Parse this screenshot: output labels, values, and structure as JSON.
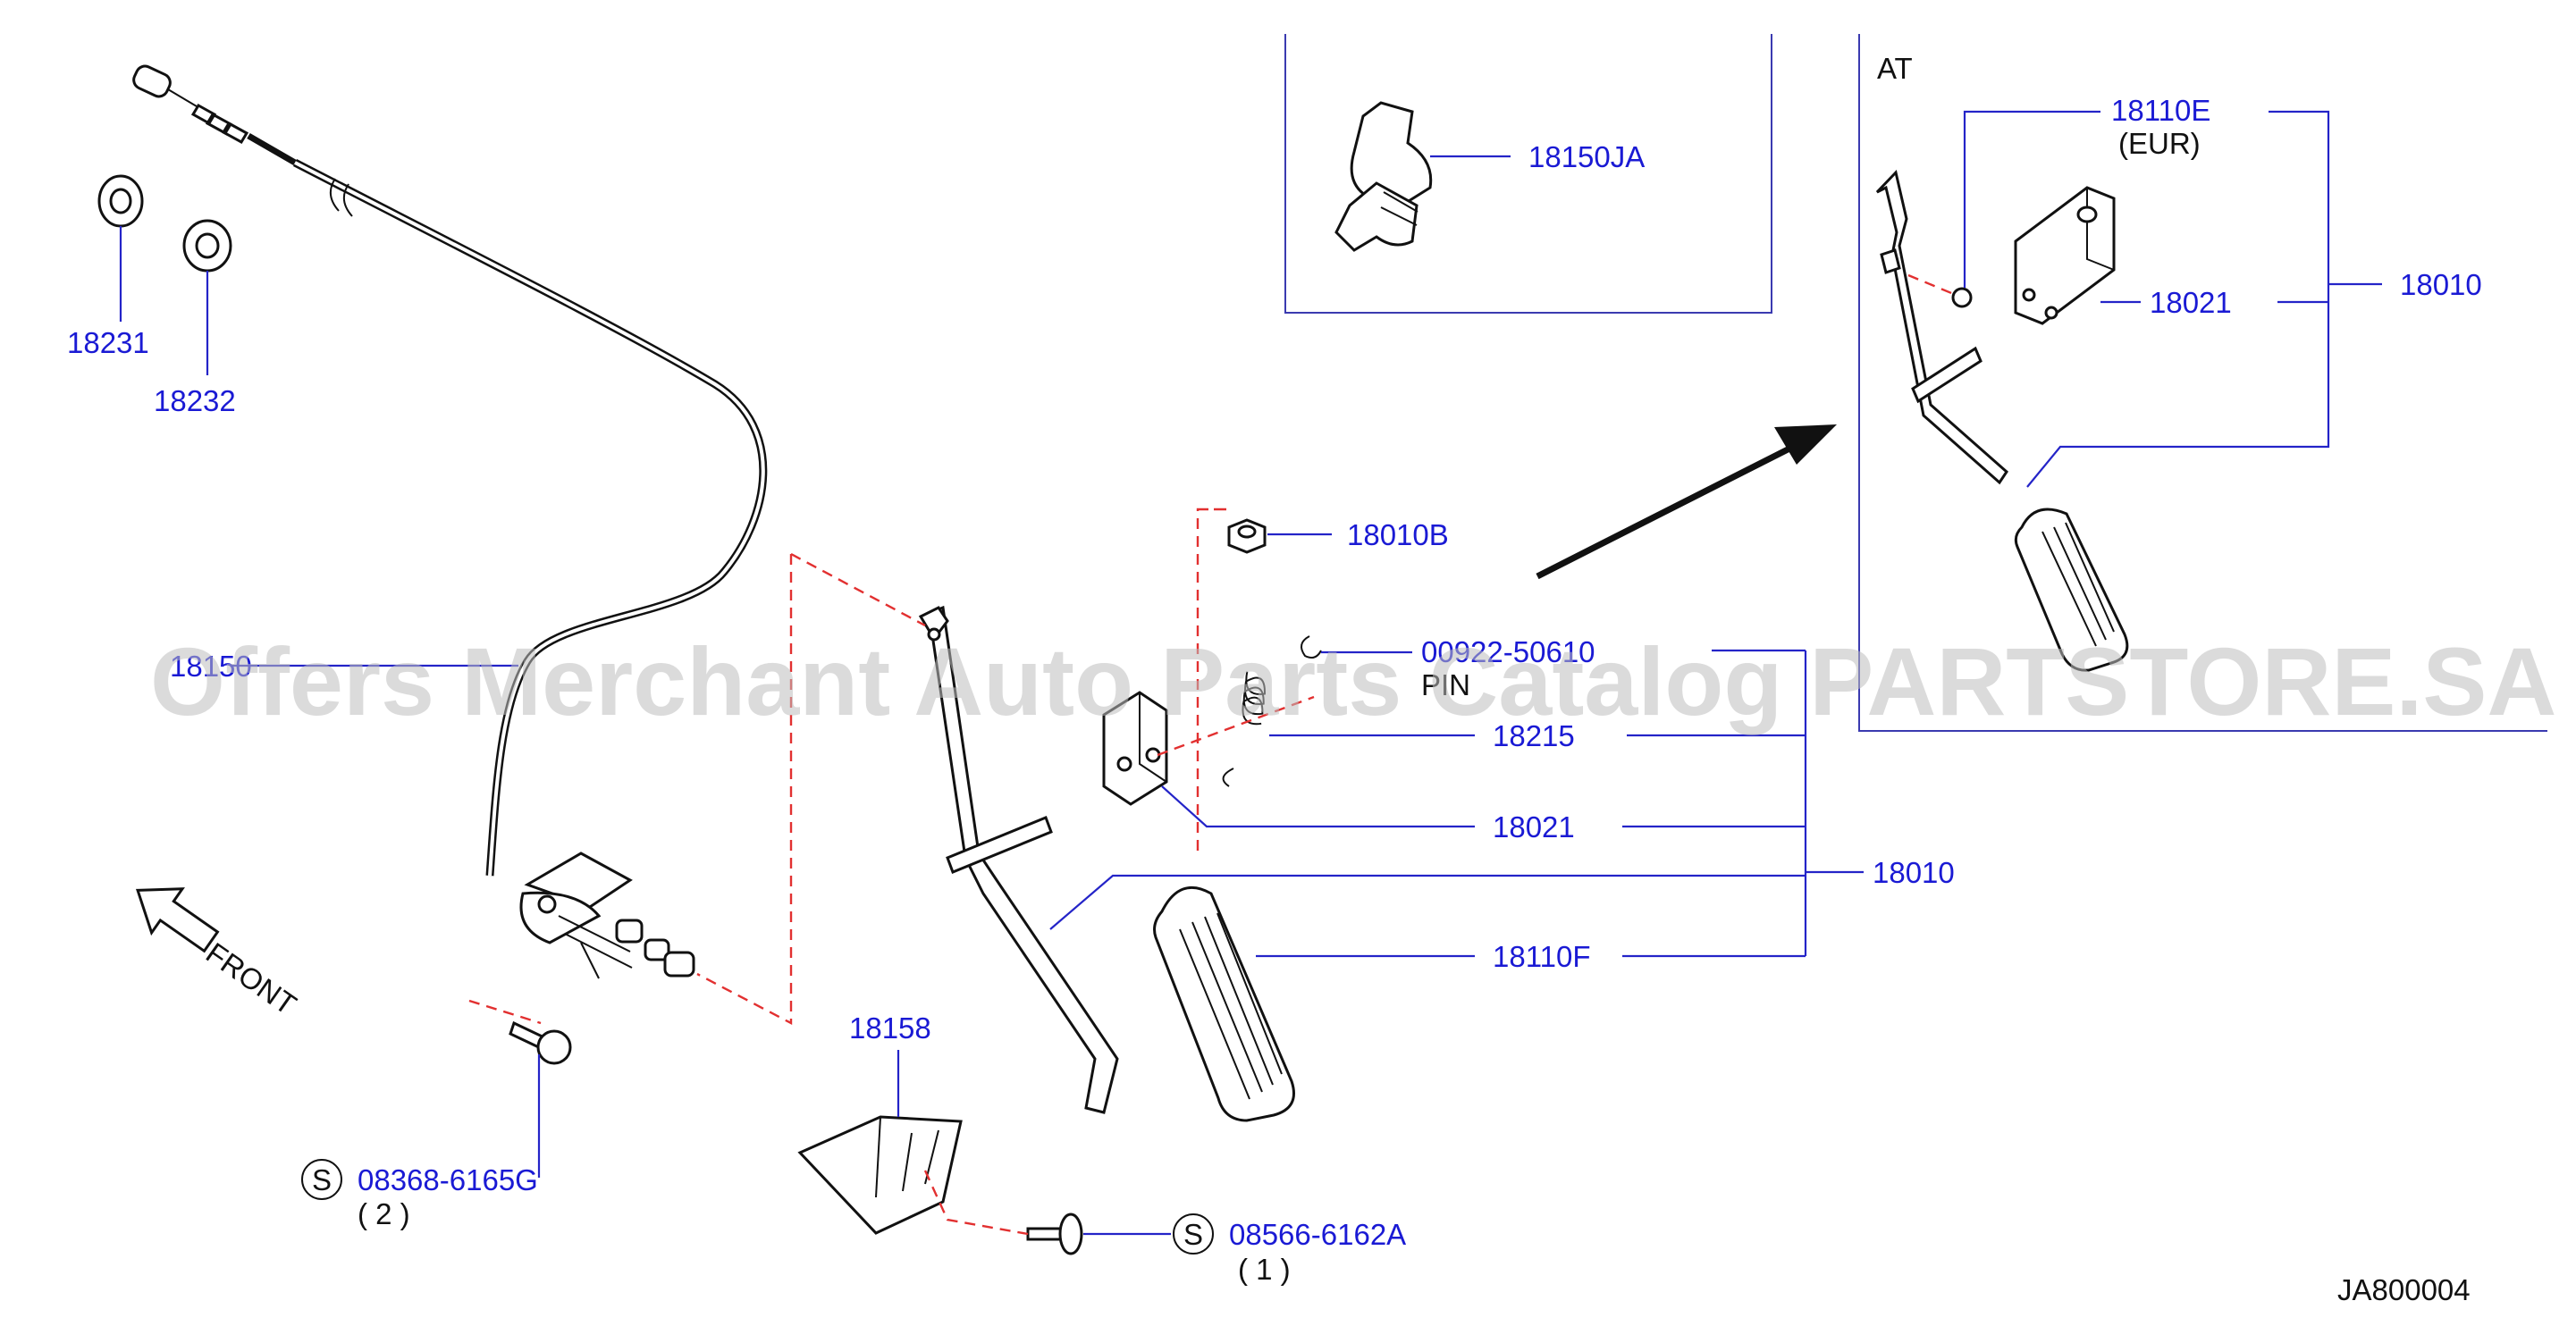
{
  "diagram": {
    "inset_label": "AT",
    "front_label": "FRONT",
    "footer_code": "JA800004",
    "watermark": "Offers Merchant Auto Parts Catalog PARTSTORE.SA",
    "callouts": {
      "c18231": "18231",
      "c18232": "18232",
      "c18150": "18150",
      "c18150ja": "18150JA",
      "c18010b": "18010B",
      "c00922": "00922-50610",
      "pin_text": "PIN",
      "c18215": "18215",
      "c18021_main": "18021",
      "c18010_main": "18010",
      "c18110f": "18110F",
      "c18158": "18158",
      "c08368": "08368-6165G",
      "c08368_qty": "( 2 )",
      "c08566": "08566-6162A",
      "c08566_qty": "( 1 )",
      "c18110e": "18110E",
      "c18110e_note": "(EUR)",
      "c18021_inset": "18021",
      "c18010_inset": "18010"
    },
    "screw_symbol": "S",
    "colors": {
      "callout_text": "#1a1ad4",
      "leader_line": "#2424c8",
      "dashed_guide": "#e23030"
    }
  }
}
